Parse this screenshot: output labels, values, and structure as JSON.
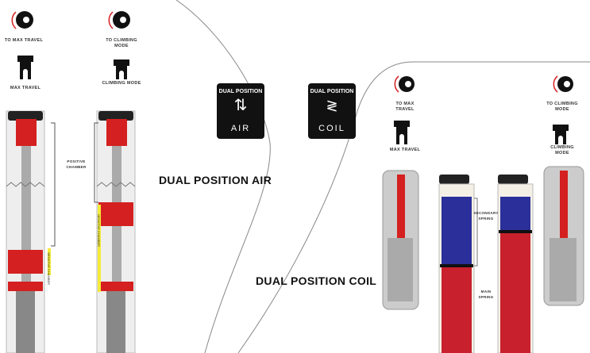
{
  "air": {
    "title": "DUAL POSITION AIR",
    "badge": {
      "top": "DUAL POSITION",
      "bottom": "AIR"
    },
    "left": {
      "dial_label": "TO MAX TRAVEL",
      "mode_label": "MAX TRAVEL"
    },
    "right": {
      "dial_label": "TO CLIMBING MODE",
      "mode_label": "CLIMBING MODE"
    },
    "positive_chamber": "POSITIVE CHAMBER",
    "negative_chamber": "NEGATIVE CHAMBER"
  },
  "coil": {
    "title": "DUAL POSITION COIL",
    "badge": {
      "top": "DUAL POSITION",
      "bottom": "COIL"
    },
    "left": {
      "dial_label": "TO MAX TRAVEL",
      "mode_label": "MAX TRAVEL"
    },
    "right": {
      "dial_label": "TO CLIMBING MODE",
      "mode_label": "CLIMBING MODE"
    },
    "secondary_spring": "SECONDARY SPRING",
    "main_spring": "MAIN SPRING"
  },
  "colors": {
    "red": "#d42020",
    "blue": "#2a2f9a",
    "yellow": "#f4ec3a",
    "black": "#111111"
  }
}
